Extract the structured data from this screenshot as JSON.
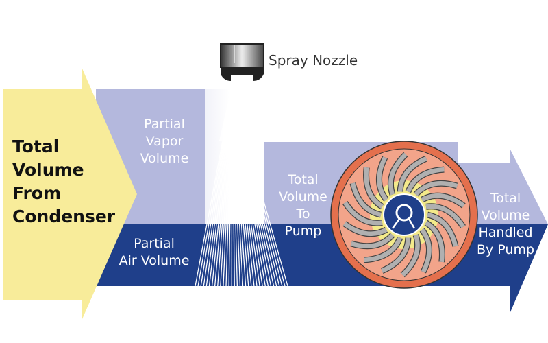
{
  "labels": {
    "spray_nozzle": "Spray Nozzle",
    "source": [
      "Total",
      "Volume",
      "From",
      "Condenser"
    ],
    "partial_vapor": [
      "Partial",
      "Vapor",
      "Volume"
    ],
    "partial_air": [
      "Partial",
      "Air Volume"
    ],
    "to_pump": [
      "Total",
      "Volume",
      "To",
      "Pump"
    ],
    "handled": [
      "Total",
      "Volume",
      "Handled",
      "By Pump"
    ]
  },
  "colors": {
    "yellow": "#f8ec9a",
    "vapor": "#b4b8dd",
    "air": "#1f3f8a",
    "pump_outer": "#e4704d",
    "pump_inner": "#f2a48a",
    "hub_glow": "#f3ea8a",
    "blade": "#a9a9a9"
  },
  "pump": {
    "blade_count": 18
  }
}
